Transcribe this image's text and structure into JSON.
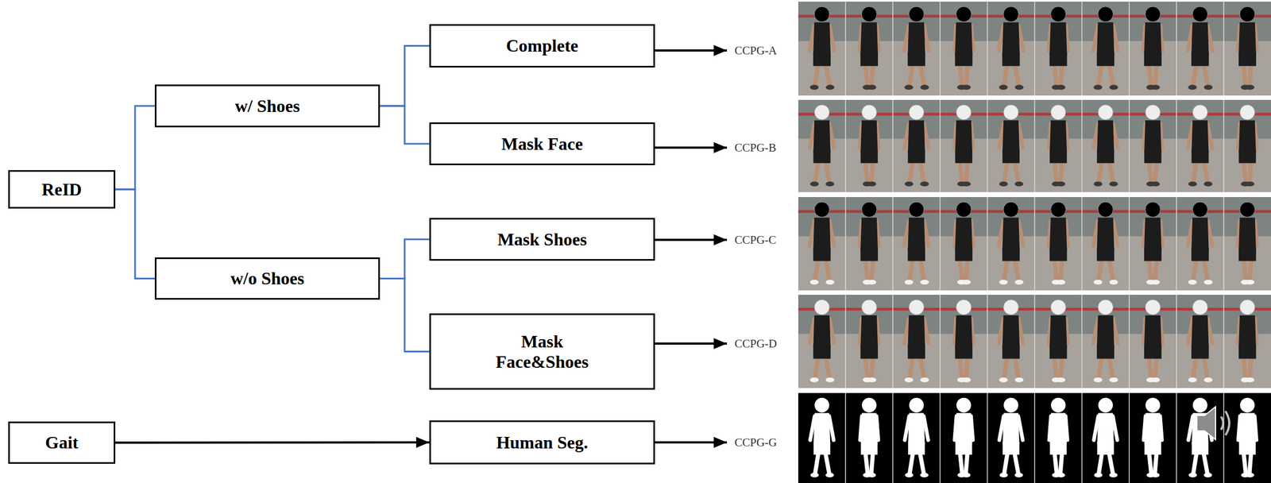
{
  "diagram": {
    "nodes": [
      {
        "text": [
          "ReID"
        ]
      },
      {
        "text": [
          "w/ Shoes"
        ]
      },
      {
        "text": [
          "Complete"
        ]
      },
      {
        "text": [
          "Mask Face"
        ]
      },
      {
        "text": [
          "w/o Shoes"
        ]
      },
      {
        "text": [
          "Mask Shoes"
        ]
      },
      {
        "text": [
          "Mask Face&Shoes"
        ]
      },
      {
        "text": [
          "Gait"
        ]
      },
      {
        "text": [
          "Human Seg."
        ]
      }
    ],
    "edges": [
      {
        "from": 0,
        "to": 1,
        "arrow": "none"
      },
      {
        "from": 0,
        "to": 4,
        "arrow": "none"
      },
      {
        "from": 1,
        "to": 2,
        "arrow": "none"
      },
      {
        "from": 1,
        "to": 3,
        "arrow": "none"
      },
      {
        "from": 4,
        "to": 5,
        "arrow": "none"
      },
      {
        "from": 4,
        "to": 6,
        "arrow": "none"
      },
      {
        "from": 7,
        "to": 8,
        "arrow": "to"
      }
    ],
    "labels": [
      "CCPG-A",
      "CCPG-B",
      "CCPG-C",
      "CCPG-D",
      "CCPG-G"
    ]
  }
}
